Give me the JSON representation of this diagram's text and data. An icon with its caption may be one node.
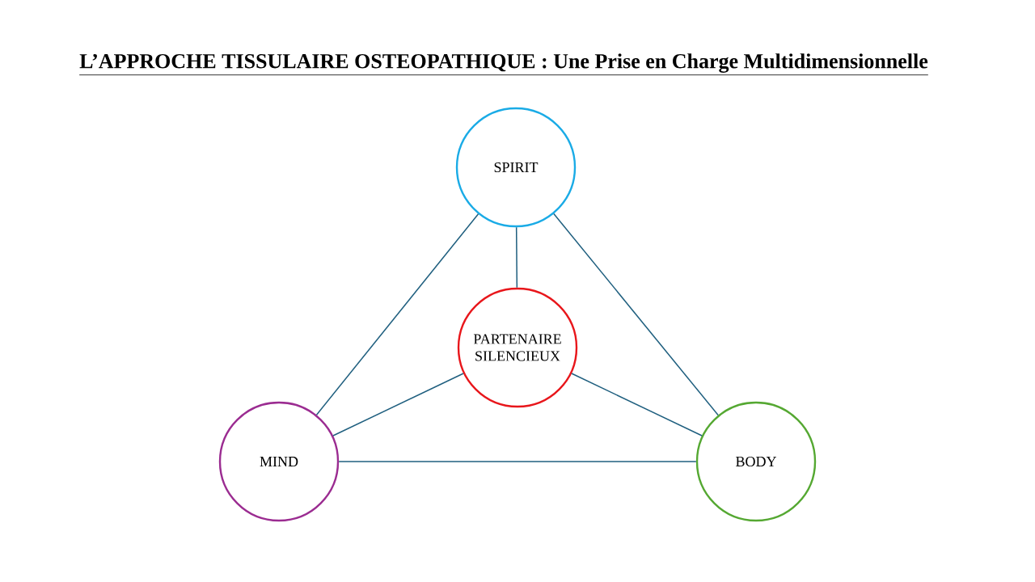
{
  "diagram": {
    "title": "L’APPROCHE TISSULAIRE OSTEOPATHIQUE : Une Prise en Charge Multidimensionnelle",
    "nodes": [
      {
        "text": [
          "SPIRIT"
        ]
      },
      {
        "text": [
          "PARTENAIRE SILENCIEUX"
        ]
      },
      {
        "text": [
          "MIND"
        ]
      },
      {
        "text": [
          "BODY"
        ]
      }
    ],
    "edges": [
      {
        "from": 0,
        "to": 2,
        "arrow": "none"
      },
      {
        "from": 0,
        "to": 1,
        "arrow": "none"
      },
      {
        "from": 0,
        "to": 3,
        "arrow": "none"
      },
      {
        "from": 1,
        "to": 2,
        "arrow": "none"
      },
      {
        "from": 1,
        "to": 3,
        "arrow": "none"
      },
      {
        "from": 2,
        "to": 3,
        "arrow": "none"
      }
    ]
  }
}
